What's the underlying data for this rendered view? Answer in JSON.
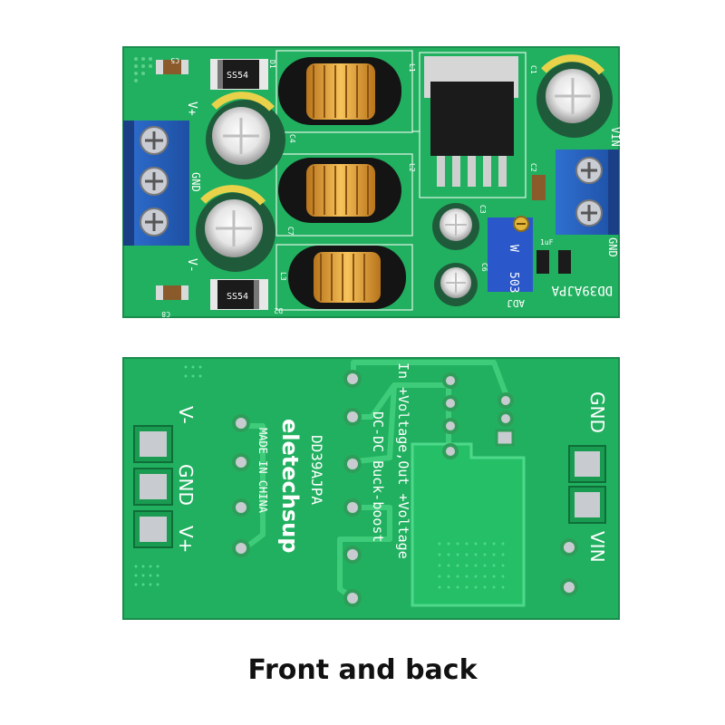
{
  "caption": "Front and back",
  "front": {
    "labels": {
      "vplus": "V+",
      "gnd_left": "GND",
      "vminus": "V-",
      "vin": "VIN",
      "gnd_right": "GND",
      "model": "DD39AJPA",
      "adj": "ADJ",
      "pot": "503",
      "pot_w": "W",
      "c5": "C5",
      "c8": "C8",
      "c1": "C1",
      "c2": "C2",
      "c3": "C3",
      "c4": "C4",
      "c6": "C6",
      "c7": "C7",
      "d1": "D1",
      "d2": "D2",
      "l1": "L1",
      "l2": "L2",
      "l3": "L3",
      "diode_mark": "SS54",
      "cap_res": "1uF"
    }
  },
  "back": {
    "labels": {
      "vminus": "V-",
      "gnd_left": "GND",
      "vplus": "V+",
      "gnd_right": "GND",
      "vin": "VIN",
      "brand": "eletechsup",
      "made": "MADE IN CHINA",
      "model": "DD39AJPA",
      "desc1": "DC-DC Buck-boost",
      "desc2": "In +Voltage,Out +Voltage"
    }
  }
}
